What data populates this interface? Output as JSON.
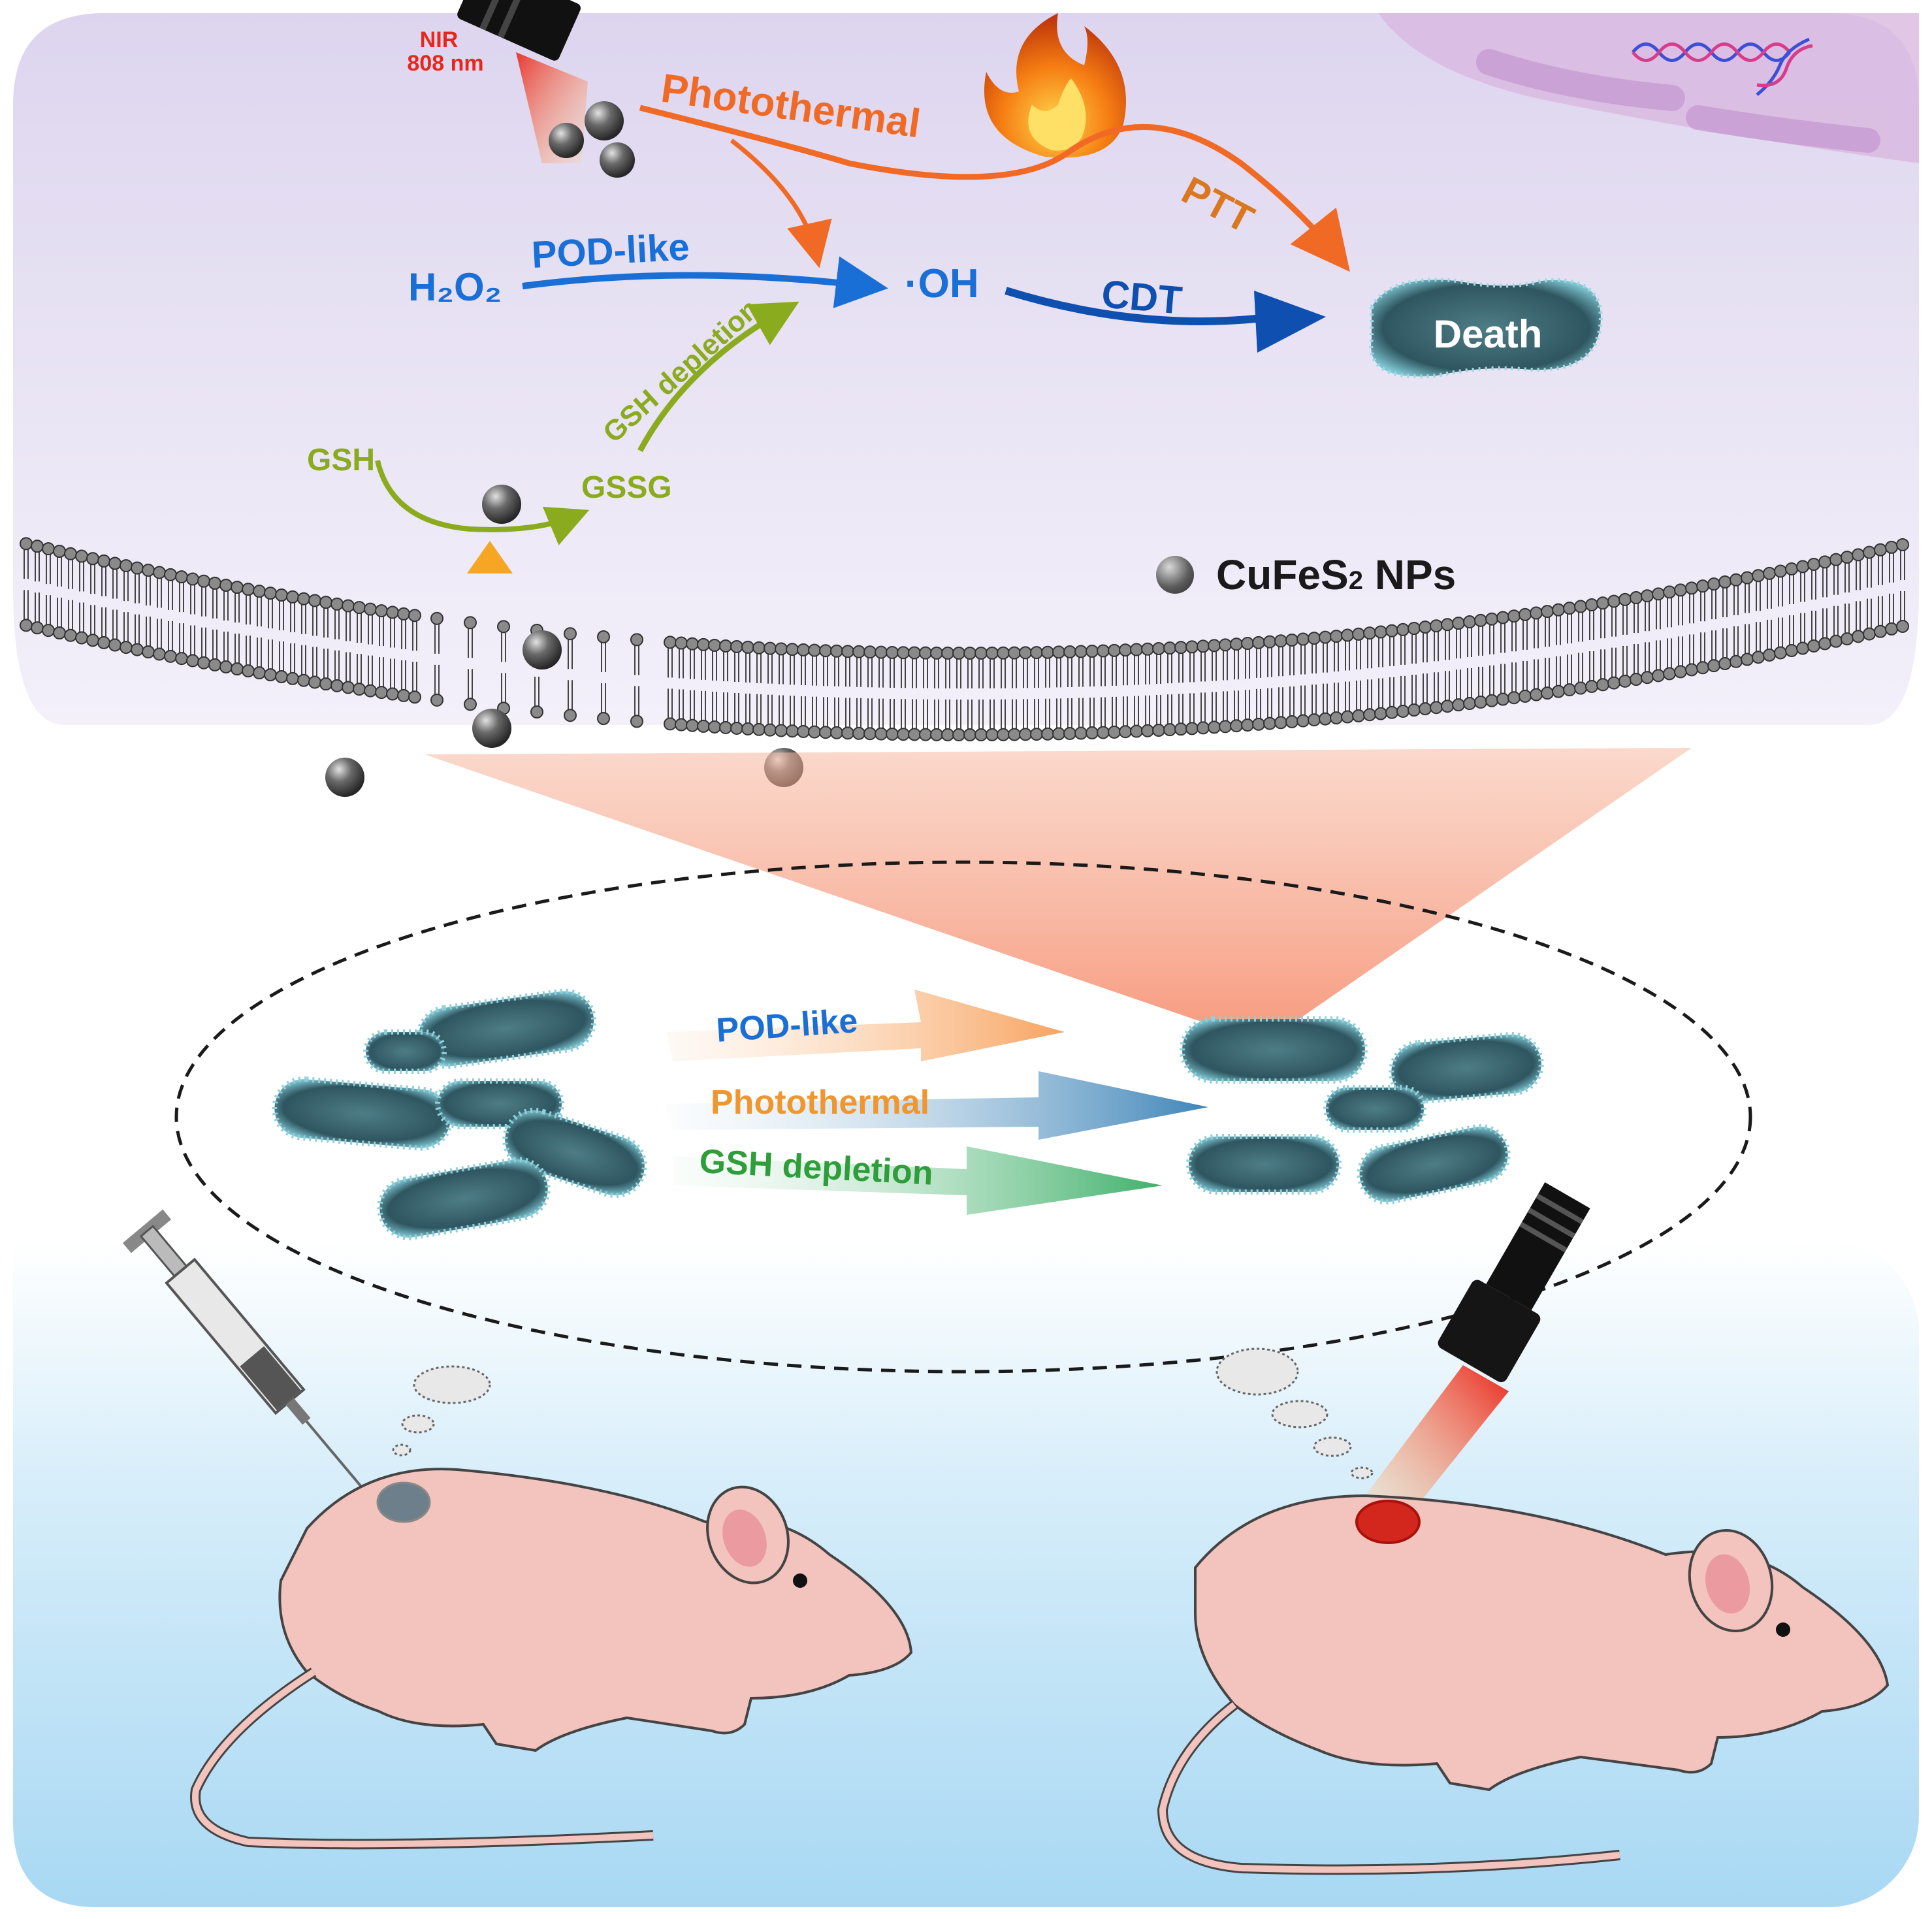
{
  "nir": {
    "line1": "NIR",
    "line2": "808 nm"
  },
  "pathway": {
    "photothermal": "Photothermal",
    "ptt": "PTT",
    "h2o2": "H₂O₂",
    "pod_like": "POD-like",
    "oh": "·OH",
    "cdt": "CDT",
    "death": "Death",
    "gsh_depletion": "GSH depletion",
    "gsh": "GSH",
    "gssg": "GSSG"
  },
  "legend": {
    "label_main": "CuFeS",
    "label_sub": "2",
    "label_tail": " NPs"
  },
  "zoom": {
    "pod_like": "POD-like",
    "photothermal": "Photothermal",
    "gsh_depletion": "GSH depletion"
  },
  "colors": {
    "top_bg": "#e6e0f2",
    "bottom_bg": "#a9d8f2",
    "photothermal": "#f06a25",
    "ptt": "#d9781f",
    "pod_blue": "#1a6fd6",
    "cdt_blue": "#0f4fb0",
    "gsh_green": "#8bab1e",
    "zoom_green": "#2f9d3a",
    "mouse_pink": "#f3c3bd",
    "nir_red": "#e8261c"
  },
  "icons": {
    "flame": "flame-icon",
    "dna": "dna-icon",
    "laser_top": "laser-pointer-icon",
    "laser_bottom": "flashlight-icon",
    "syringe": "syringe-icon",
    "bacteria": "bacteria-icon",
    "mouse": "mouse-icon",
    "nanoparticle": "nanoparticle-icon"
  }
}
